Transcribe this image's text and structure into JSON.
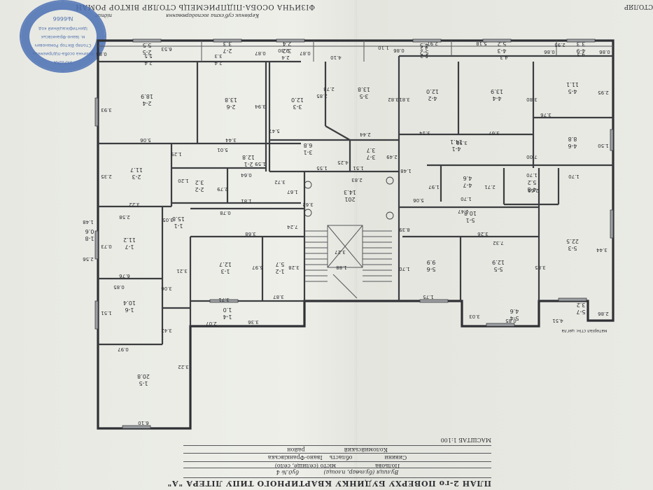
{
  "header": {
    "organization": "ФІЗИЧНА ОСОБА-ПІДПРИЄМЕЦЬ СТОЛЯР ВІКТОР РОМАН",
    "subtitle": "Керівник суб'єкта господарювання",
    "right_fragment": "СТОЛЯР",
    "left_fragment": "підпис"
  },
  "stamp": {
    "lines": [
      "УКРАЇНА",
      "Фізична особа-підприємець",
      "Столяр Віктор Романович",
      "м. Івано-Франківськ",
      "Ідентифікаційний код",
      "№6666"
    ]
  },
  "title_block": {
    "main": "ПЛАН 2-го ПОВЕРХУ БУДИНКУ КВАРТИРНОГО ТИПУ ЛІТЕРА \"А\"",
    "street_label": "Вулиця (бульвар, площа)",
    "bud_label": "буд.№",
    "bud_value": "4",
    "street_value": "Польова",
    "city_label": "місто (селище, село)",
    "city_value": "Сивини",
    "region_label": "область",
    "region_value": "Івано-Франківська",
    "district_label": "район",
    "district_value": "Коломийський",
    "scale": "МАСШТАБ 1:100"
  },
  "legend": {
    "text": "матеріал стін: цегла"
  },
  "rooms": [
    {
      "id": "1-1",
      "area": "15.8"
    },
    {
      "id": "1-2",
      "area": "5.7"
    },
    {
      "id": "1-3",
      "area": "12.7"
    },
    {
      "id": "1-4",
      "area": "1.0"
    },
    {
      "id": "1-5",
      "area": "20.8"
    },
    {
      "id": "1-6",
      "area": "10.4"
    },
    {
      "id": "1-7",
      "area": "11.2"
    },
    {
      "id": "1-8",
      "area": "0.6"
    },
    {
      "id": "2-1",
      "area": "12.8"
    },
    {
      "id": "2-2",
      "area": "3.2"
    },
    {
      "id": "2-3",
      "area": "11.7"
    },
    {
      "id": "2-4",
      "area": "18.9"
    },
    {
      "id": "2-5",
      "area": "5.5"
    },
    {
      "id": "2-6",
      "area": "13.8"
    },
    {
      "id": "2-7",
      "area": "3.3"
    },
    {
      "id": "3-1",
      "area": "6.8"
    },
    {
      "id": "3-2",
      "area": "2.4"
    },
    {
      "id": "3-3",
      "area": "12.0"
    },
    {
      "id": "3-5",
      "area": "13.8"
    },
    {
      "id": "3-7",
      "area": "3.7"
    },
    {
      "id": "4-1",
      "area": "14.1"
    },
    {
      "id": "4-2",
      "area": "12.0"
    },
    {
      "id": "4-3",
      "area": "5.2"
    },
    {
      "id": "4-4",
      "area": "13.9"
    },
    {
      "id": "4-5",
      "area": "11.1"
    },
    {
      "id": "4-6",
      "area": "8.8"
    },
    {
      "id": "4-7",
      "area": "4.6"
    },
    {
      "id": "4-8",
      "area": "5.2"
    },
    {
      "id": "4-9",
      "area": "3.3"
    },
    {
      "id": "5-1",
      "area": "10.8"
    },
    {
      "id": "5-2",
      "area": "4.5"
    },
    {
      "id": "5-3",
      "area": "22.5"
    },
    {
      "id": "5-4",
      "area": "4.6"
    },
    {
      "id": "5-5",
      "area": "12.9"
    },
    {
      "id": "5-6",
      "area": "9.9"
    },
    {
      "id": "5-7",
      "area": "3.2"
    },
    {
      "id": "201",
      "area": "14.3"
    }
  ],
  "dimensions": [
    "0.85",
    "6.53",
    "5.5",
    "2.4",
    "3.3",
    "2.4",
    "0.87",
    "2.30",
    "2.4",
    "0.87",
    "4.10",
    "1.10",
    "0.86",
    "2.97",
    "4.2",
    "5.2",
    "5.18",
    "4.3",
    "0.86",
    "2.95",
    "4.3",
    "0.86",
    "3.93",
    "5.06",
    "3.94",
    "3.44",
    "5.47",
    "2.85",
    "2.78",
    "3.82",
    "2.44",
    "3.81",
    "3.14",
    "3.67",
    "3.80",
    "2.95",
    "3.76",
    "1.29",
    "5.01",
    "1.59",
    "0.64",
    "1.20",
    "2.79",
    "1.81",
    "3.72",
    "1.67",
    "1.55",
    "4.25",
    "1.51",
    "2.49",
    "1.48",
    "3.36",
    "7.00",
    "1.50",
    "2.35",
    "3.22",
    "3.62",
    "2.83",
    "5.06",
    "1.97",
    "1.70",
    "2.71",
    "1.70",
    "2.66",
    "1.70",
    "2.58",
    "3.05",
    "0.78",
    "7.24",
    "1.47",
    "8.39",
    "1.48",
    "2.56",
    "0.73",
    "3.68",
    "5.97",
    "3.28",
    "3.27",
    "1.88",
    "1.70",
    "3.26",
    "7.32",
    "3.85",
    "3.44",
    "6.76",
    "3.21",
    "3.71",
    "3.87",
    "1.75",
    "3.03",
    "0.85",
    "4.51",
    "2.86",
    "0.85",
    "3.06",
    "1.51",
    "3.42",
    "2.07",
    "3.36",
    "0.97",
    "3.22",
    "6.10",
    "4.51"
  ]
}
